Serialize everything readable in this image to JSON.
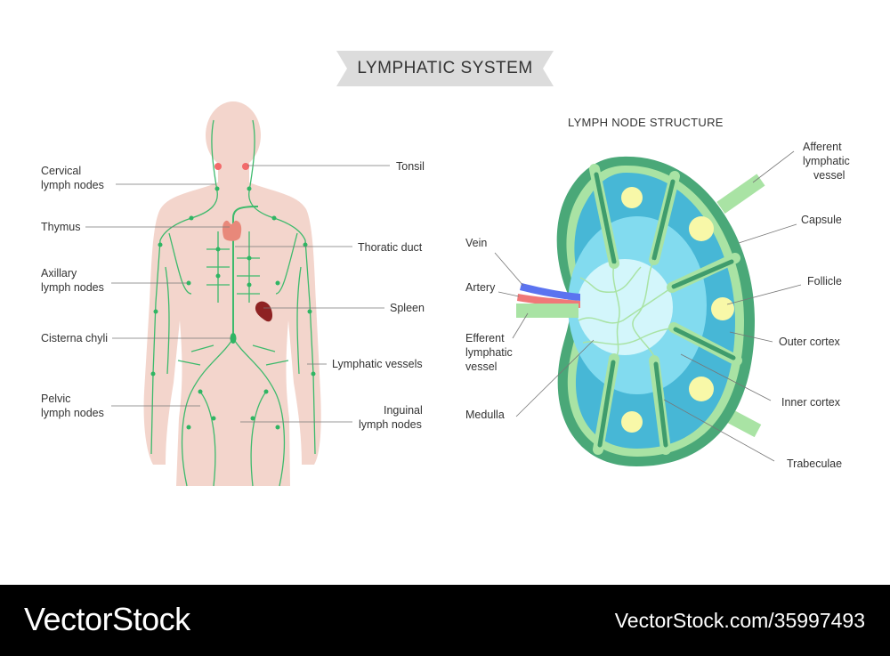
{
  "title": "LYMPHATIC SYSTEM",
  "body_labels": {
    "cervical": [
      "Cervical",
      "lymph nodes"
    ],
    "tonsil": "Tonsil",
    "thymus": "Thymus",
    "thoratic_duct": "Thoratic duct",
    "axillary": [
      "Axillary",
      "lymph nodes"
    ],
    "spleen": "Spleen",
    "cisterna": "Cisterna chyli",
    "lymphatic_vessels": "Lymphatic vessels",
    "pelvic": [
      "Pelvic",
      "lymph nodes"
    ],
    "inguinal": [
      "Inguinal",
      "lymph nodes"
    ]
  },
  "node_structure": {
    "title": "LYMPH NODE STRUCTURE",
    "afferent": [
      "Afferent",
      "lymphatic",
      "vessel"
    ],
    "capsule": "Capsule",
    "follicle": "Follicle",
    "outer_cortex": "Outer cortex",
    "inner_cortex": "Inner cortex",
    "trabeculae": "Trabeculae",
    "vein": "Vein",
    "artery": "Artery",
    "efferent": [
      "Efferent",
      "lymphatic",
      "vessel"
    ],
    "medulla": "Medulla"
  },
  "footer": {
    "brand": "VectorStock",
    "reference": "VectorStock.com/35997493"
  },
  "colors": {
    "skin": "#f3d5cc",
    "lymph": "#3dba6c",
    "capsule": "#4aa878",
    "trabecula_light": "#a9e3a4",
    "outer_cortex": "#47b7d6",
    "inner_cortex": "#82dbef",
    "medulla": "#d3f6fb",
    "follicle": "#f8f8a8"
  }
}
